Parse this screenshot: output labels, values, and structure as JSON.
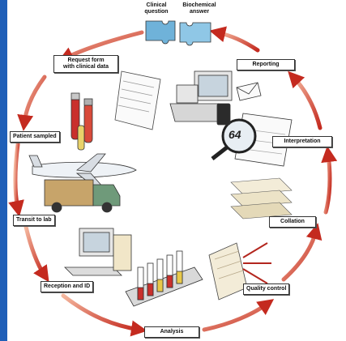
{
  "top": {
    "question": "Clinical\nquestion",
    "answer": "Biochemical\nanswer"
  },
  "stages": {
    "request_form": "Request form\nwith clinical data",
    "patient_sampled": "Patient sampled",
    "transit": "Transit to lab",
    "reception": "Reception and ID",
    "analysis": "Analysis",
    "quality_control": "Quality control",
    "collation": "Collation",
    "interpretation": "Interpretation",
    "reporting": "Reporting"
  },
  "illustration_text": {
    "magnifier_value": "64"
  },
  "colors": {
    "arrow": "#c42a1f",
    "arrow_light": "#f2a58c",
    "border_strip": "#1f5fb8"
  }
}
